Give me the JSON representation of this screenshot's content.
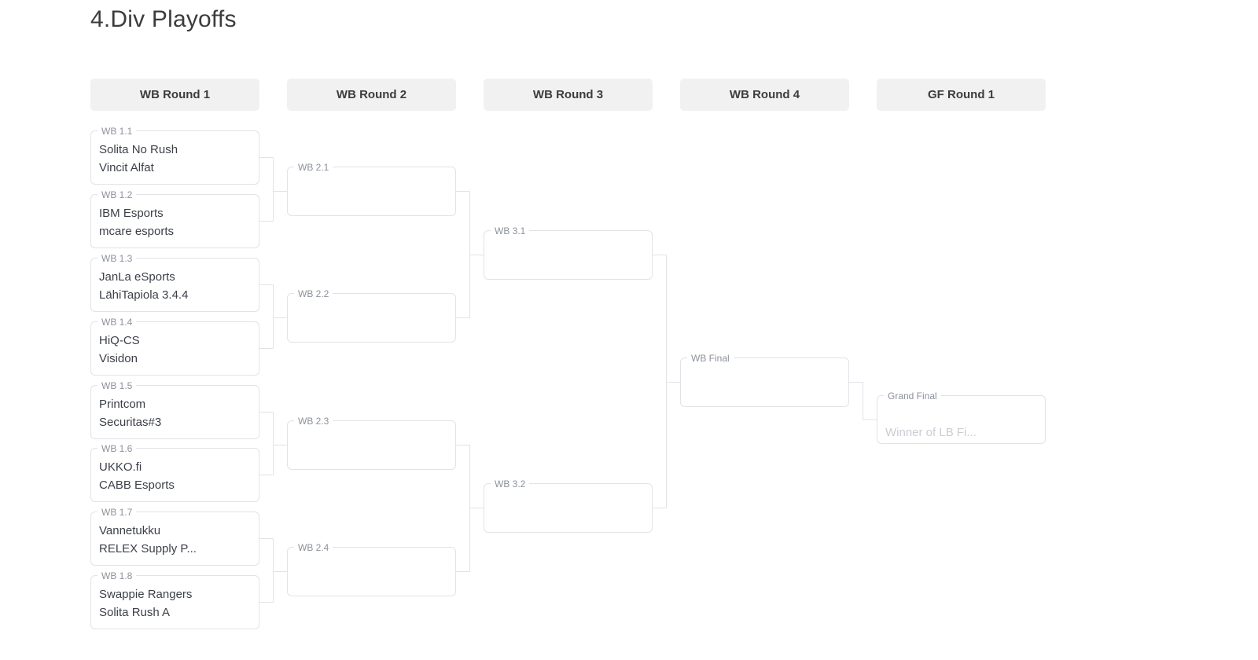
{
  "title": "4.Div Playoffs",
  "rounds": [
    {
      "label": "WB Round 1"
    },
    {
      "label": "WB Round 2"
    },
    {
      "label": "WB Round 3"
    },
    {
      "label": "WB Round 4"
    },
    {
      "label": "GF Round 1"
    }
  ],
  "matches": [
    {
      "label": "WB 1.1",
      "opponents": [
        "Solita No Rush",
        "Vincit Alfat"
      ]
    },
    {
      "label": "WB 1.2",
      "opponents": [
        "IBM Esports",
        "mcare esports"
      ]
    },
    {
      "label": "WB 1.3",
      "opponents": [
        "JanLa eSports",
        "LähiTapiola 3.4.4"
      ]
    },
    {
      "label": "WB 1.4",
      "opponents": [
        "HiQ-CS",
        "Visidon"
      ]
    },
    {
      "label": "WB 1.5",
      "opponents": [
        "Printcom",
        "Securitas#3"
      ]
    },
    {
      "label": "WB 1.6",
      "opponents": [
        "UKKO.fi",
        "CABB Esports"
      ]
    },
    {
      "label": "WB 1.7",
      "opponents": [
        "Vannetukku",
        "RELEX Supply P..."
      ]
    },
    {
      "label": "WB 1.8",
      "opponents": [
        "Swappie Rangers",
        "Solita Rush A"
      ]
    },
    {
      "label": "WB 2.1",
      "opponents": [
        "",
        ""
      ]
    },
    {
      "label": "WB 2.2",
      "opponents": [
        "",
        ""
      ]
    },
    {
      "label": "WB 2.3",
      "opponents": [
        "",
        ""
      ]
    },
    {
      "label": "WB 2.4",
      "opponents": [
        "",
        ""
      ]
    },
    {
      "label": "WB 3.1",
      "opponents": [
        "",
        ""
      ]
    },
    {
      "label": "WB 3.2",
      "opponents": [
        "",
        ""
      ]
    },
    {
      "label": "WB Final",
      "opponents": [
        "",
        ""
      ]
    },
    {
      "label": "Grand Final",
      "opponents": [
        "",
        "Winner of LB Fi..."
      ]
    }
  ],
  "colors": {
    "title": "#3c3c3c",
    "header_bg": "#f1f1f2",
    "header_text": "#3c3c3c",
    "border": "#e1e3e7",
    "connector": "#e1e3e7",
    "label": "#8c919b",
    "team": "#3c4048",
    "placeholder": "#c9cdd4"
  }
}
